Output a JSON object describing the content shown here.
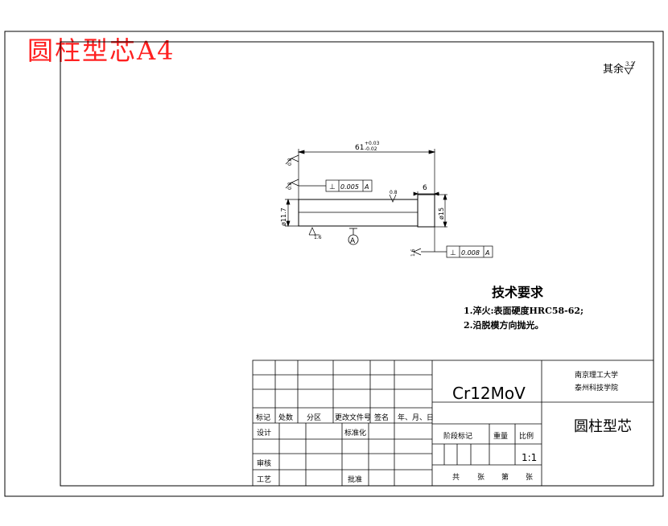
{
  "header": {
    "red_title": "圆柱型芯A4"
  },
  "surface_note": {
    "text": "其余",
    "value": "3.2"
  },
  "drawing": {
    "length_dim": "61",
    "length_tol_upper": "+0.03",
    "length_tol_lower": "-0.02",
    "step_dim": "6",
    "diameter_left": "ø11.7",
    "diameter_right": "ø15",
    "roughness_top": "0.8",
    "roughness_mid": "0.8",
    "roughness_bottom": "1.6",
    "roughness_right": "0.8",
    "datum_label": "A",
    "gtol_top": {
      "symbol": "⊥",
      "value": "0.005",
      "datum": "A"
    },
    "gtol_bottom": {
      "symbol": "⊥",
      "value": "0.008",
      "datum": "A"
    }
  },
  "notes": {
    "title": "技术要求",
    "items": [
      "1.淬火:表面硬度HRC58-62;",
      "2.沿脱模方向抛光。"
    ]
  },
  "title_block": {
    "material": "Cr12MoV",
    "school_line1": "南京理工大学",
    "school_line2": "泰州科技学院",
    "part_name": "圆柱型芯",
    "row_headers": [
      "标记",
      "处数",
      "分区",
      "更改文件号",
      "签名",
      "年、月、日"
    ],
    "design": "设计",
    "standardize": "标准化",
    "review": "审核",
    "process": "工艺",
    "approve": "批准",
    "stage_mark": "阶段标记",
    "weight": "重量",
    "scale_label": "比例",
    "scale_value": "1:1",
    "total": "共",
    "sheet_unit": "张",
    "page": "第",
    "page_unit": "张"
  },
  "colors": {
    "stamp": "#ff2020",
    "line": "#000000"
  }
}
